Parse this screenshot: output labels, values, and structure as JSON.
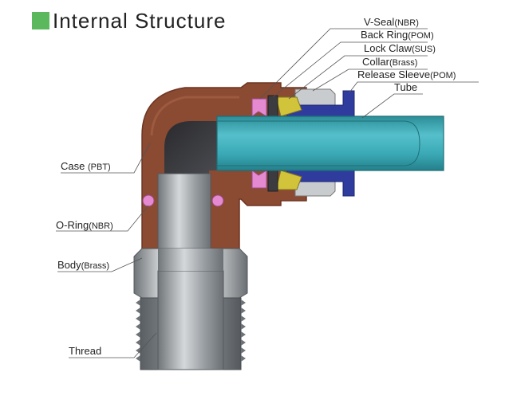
{
  "title": "Internal Structure",
  "colors": {
    "title_square": "#5cb85c",
    "case": "#8b4a32",
    "body_metal": "#a9adb0",
    "tube": "#3aa9b5",
    "release_sleeve": "#2f3c9e",
    "lock_claw": "#d1c33a",
    "v_seal": "#e58ad0",
    "o_ring": "#e58ad0",
    "leader_line": "#555555"
  },
  "labels": {
    "v_seal": {
      "name": "V-Seal",
      "material": "(NBR)"
    },
    "back_ring": {
      "name": "Back Ring",
      "material": "(POM)"
    },
    "lock_claw": {
      "name": "Lock Claw",
      "material": "(SUS)"
    },
    "collar": {
      "name": "Collar",
      "material": "(Brass)"
    },
    "release_sleeve": {
      "name": "Release Sleeve",
      "material": "(POM)"
    },
    "tube": {
      "name": "Tube",
      "material": ""
    },
    "case": {
      "name": "Case",
      "material": "(PBT)"
    },
    "o_ring": {
      "name": "O-Ring",
      "material": "(NBR)"
    },
    "body": {
      "name": "Body",
      "material": "(Brass)"
    },
    "thread": {
      "name": "Thread",
      "material": ""
    }
  }
}
